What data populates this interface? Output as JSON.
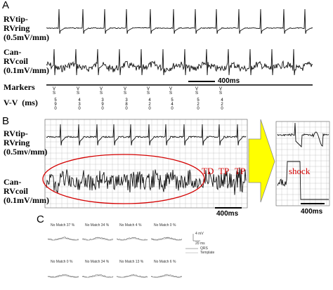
{
  "panels": {
    "a": {
      "letter": "A",
      "channel1_label": "RVtip-\nRVring\n(0.5mV/mm)",
      "channel2_label": "Can-\nRVcoil\n(0.1mV/mm)",
      "markers_label": "Markers",
      "vv_label": "V-V  (ms)",
      "scale_bar": "400ms",
      "marker_events": [
        {
          "code": "V\nS",
          "vv": "590"
        },
        {
          "code": "V\nS",
          "vv": "430"
        },
        {
          "code": "V\nS",
          "vv": "390"
        },
        {
          "code": "V\nS",
          "vv": "380"
        },
        {
          "code": "V\nS",
          "vv": "420"
        },
        {
          "code": "V\nS",
          "vv": "540"
        },
        {
          "code": "V\nS",
          "vv": "520"
        },
        {
          "code": "V\nS",
          "vv": "420"
        }
      ]
    },
    "b": {
      "letter": "B",
      "channel1_label": "RVtip-\nRVring\n(0.5mv/mm)",
      "channel2_label": "Can-\nRVcoil\n(0.1mV/mm)",
      "annotation_td": "TD",
      "annotation_tp1": "TP",
      "annotation_tp2": "TP",
      "shock_label": "shock",
      "scale_bar_left": "400ms",
      "scale_bar_right": "400ms",
      "arrow_color": "#ffff00",
      "ellipse_color": "#d40000"
    },
    "c": {
      "letter": "C",
      "row1": [
        "No Match 37 %",
        "No Match 34 %",
        "No Match 4 %",
        "No Match 0 %"
      ],
      "row2": [
        "No Match 0 %",
        "No Match 34 %",
        "No Match 13 %",
        "No Match 6 %"
      ],
      "scale_mv": "4 mV",
      "scale_ms": "20 ms",
      "legend_qrs": "QRS",
      "legend_template": "Template"
    }
  }
}
